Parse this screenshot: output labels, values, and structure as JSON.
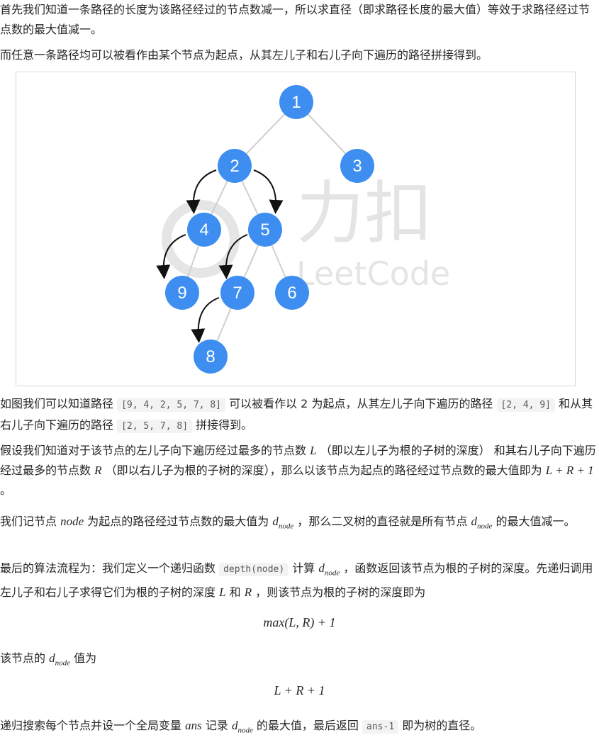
{
  "intro": {
    "p1": "首先我们知道一条路径的长度为该路径经过的节点数减一，所以求直径（即求路径长度的最大值）等效于求路径经过节点数的最大值减一。",
    "p2": "而任意一条路径均可以被看作由某个节点为起点，从其左儿子和右儿子向下遍历的路径拼接得到。"
  },
  "figure": {
    "watermark_cn": "力扣",
    "watermark_en": "LeetCode",
    "nodes": [
      "1",
      "2",
      "3",
      "4",
      "5",
      "9",
      "7",
      "6",
      "8"
    ]
  },
  "example": {
    "t1": "如图我们可以知道路径",
    "code1": "[9, 4, 2, 5, 7, 8]",
    "t2": "可以被看作以 2 为起点，从其左儿子向下遍历的路径",
    "code2": "[2, 4, 9]",
    "t3": "和从其右儿子向下遍历的路径",
    "code3": "[2, 5, 7, 8]",
    "t4": "拼接得到。"
  },
  "assume": {
    "t1": "假设我们知道对于该节点的左儿子向下遍历经过最多的节点数",
    "L": "L",
    "t2": "（即以左儿子为根的子树的深度） 和其右儿子向下遍历经过最多的节点数",
    "R": "R",
    "t3": "（即以右儿子为根的子树的深度），那么以该节点为起点的路径经过节点数的最大值即为",
    "formula": "L + R + 1",
    "t4": "。"
  },
  "dnode": {
    "t1": "我们记节点",
    "node": "node",
    "t2": "为起点的路径经过节点数的最大值为",
    "d": "d",
    "sub": "node",
    "t3": "，那么二叉树的直径就是所有节点",
    "t4": "的最大值减一。"
  },
  "algo": {
    "t1": "最后的算法流程为：我们定义一个递归函数",
    "code": "depth(node)",
    "t2": "计算",
    "t3": "，函数返回该节点为根的子树的深度。先递归调用左儿子和右儿子求得它们为根的子树的深度",
    "L": "L",
    "t4": "和",
    "R": "R",
    "t5": "，则该节点为根的子树的深度即为"
  },
  "formula1": "max(L, R) + 1",
  "node_d": {
    "t1": "该节点的",
    "t2": "值为"
  },
  "formula2": "L + R + 1",
  "final": {
    "t1": "递归搜索每个节点并设一个全局变量",
    "ans": "ans",
    "t2": "记录",
    "t3": "的最大值，最后返回",
    "code": "ans-1",
    "t4": "即为树的直径。"
  }
}
